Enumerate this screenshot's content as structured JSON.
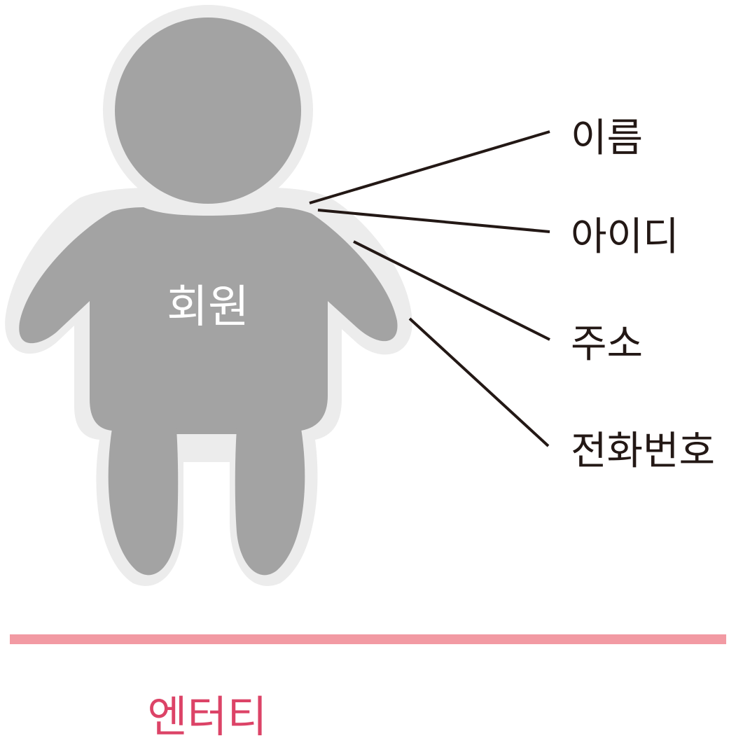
{
  "entity": {
    "name": "회원"
  },
  "attributes": [
    {
      "label": "이름"
    },
    {
      "label": "아이디"
    },
    {
      "label": "주소"
    },
    {
      "label": "전화번호"
    }
  ],
  "caption": "엔터티",
  "colors": {
    "figure_body": "#a3a3a3",
    "figure_outline": "#ececec",
    "connector": "#231815",
    "label_text": "#231815",
    "divider": "#f29aa3",
    "caption": "#dc4367"
  }
}
